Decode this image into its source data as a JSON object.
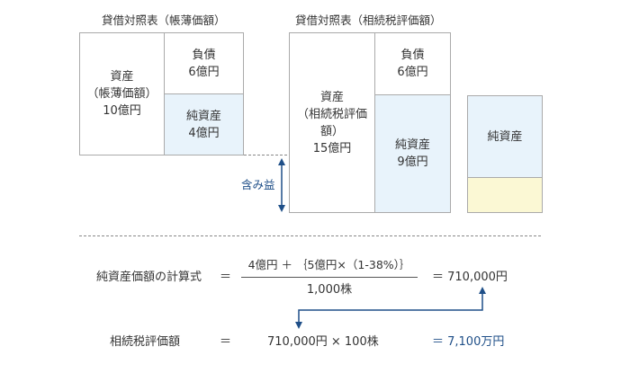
{
  "book_value": {
    "title": "貸借対照表（帳薄価額）",
    "assets": [
      "資産",
      "（帳薄価額）",
      "10億円"
    ],
    "liabilities": [
      "負債",
      "6億円"
    ],
    "net_assets": [
      "純資産",
      "4億円"
    ]
  },
  "tax_value": {
    "title": "貸借対照表（相続税評価額）",
    "assets": [
      "資産",
      "（相続税評価額）",
      "15億円"
    ],
    "liabilities": [
      "負債",
      "6億円"
    ],
    "net_assets": [
      "純資産",
      "9億円"
    ]
  },
  "third_box": {
    "net_assets": "純資産"
  },
  "unrealized_gain": "含み益",
  "formula": {
    "label": "純資産価額の計算式",
    "eq": "＝",
    "numerator": "4億円 ＋ ｛5億円×（1-38%）｝",
    "denominator": "1,000株",
    "result": "＝ 710,000円"
  },
  "valuation": {
    "label": "相続税評価額",
    "eq": "＝",
    "expression": "710,000円 × 100株",
    "result": "＝ 7,100万円"
  },
  "colors": {
    "blue_fill": "#e8f3fb",
    "yellow_fill": "#fbf8d4",
    "navy": "#1f4f88",
    "border": "#aaaaaa"
  }
}
